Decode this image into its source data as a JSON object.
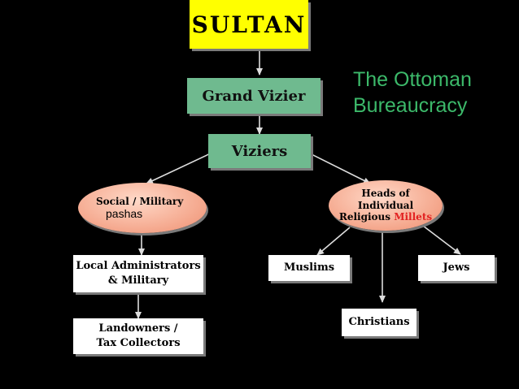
{
  "title": {
    "line1": "The Ottoman",
    "line2": "Bureaucracy"
  },
  "nodes": {
    "sultan": "SULTAN",
    "grand_vizier": "Grand Vizier",
    "viziers": "Viziers",
    "social_military": {
      "line1": "Social / Military",
      "line2": "pashas"
    },
    "heads_millets": {
      "line1": "Heads of",
      "line2": "Individual",
      "line3_prefix": "Religious",
      "line3_highlight": "Millets"
    },
    "local_admin": {
      "line1": "Local Administrators",
      "line2": "& Military"
    },
    "landowners": {
      "line1": "Landowners /",
      "line2": "Tax Collectors"
    },
    "muslims": "Muslims",
    "jews": "Jews",
    "christians": "Christians"
  },
  "colors": {
    "background": "#000000",
    "sultan": "#ffff00",
    "vizier": "#6fba8f",
    "title": "#3cb96a",
    "millets": "#e22222"
  }
}
